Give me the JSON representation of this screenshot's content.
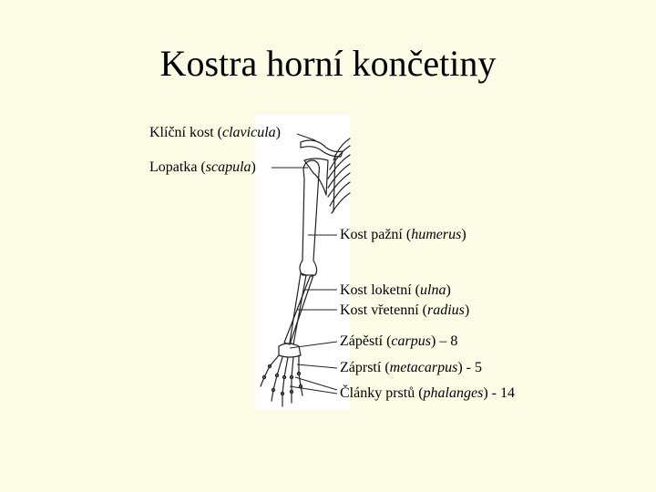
{
  "slide": {
    "title": "Kostra horní končetiny"
  },
  "labels": [
    {
      "name": "Klíční kost",
      "latin": "clavicula",
      "suffix": ""
    },
    {
      "name": "Lopatka",
      "latin": "scapula",
      "suffix": ""
    },
    {
      "name": "Kost pažní",
      "latin": "humerus",
      "suffix": ""
    },
    {
      "name": "Kost loketní",
      "latin": "ulna",
      "suffix": ""
    },
    {
      "name": "Kost vřetenní",
      "latin": "radius",
      "suffix": ""
    },
    {
      "name": "Zápěstí",
      "latin": "carpus",
      "suffix": " – 8"
    },
    {
      "name": "Záprstí",
      "latin": "metacarpus",
      "suffix": " - 5"
    },
    {
      "name": "Články prstů",
      "latin": "phalanges",
      "suffix": " - 14"
    }
  ]
}
